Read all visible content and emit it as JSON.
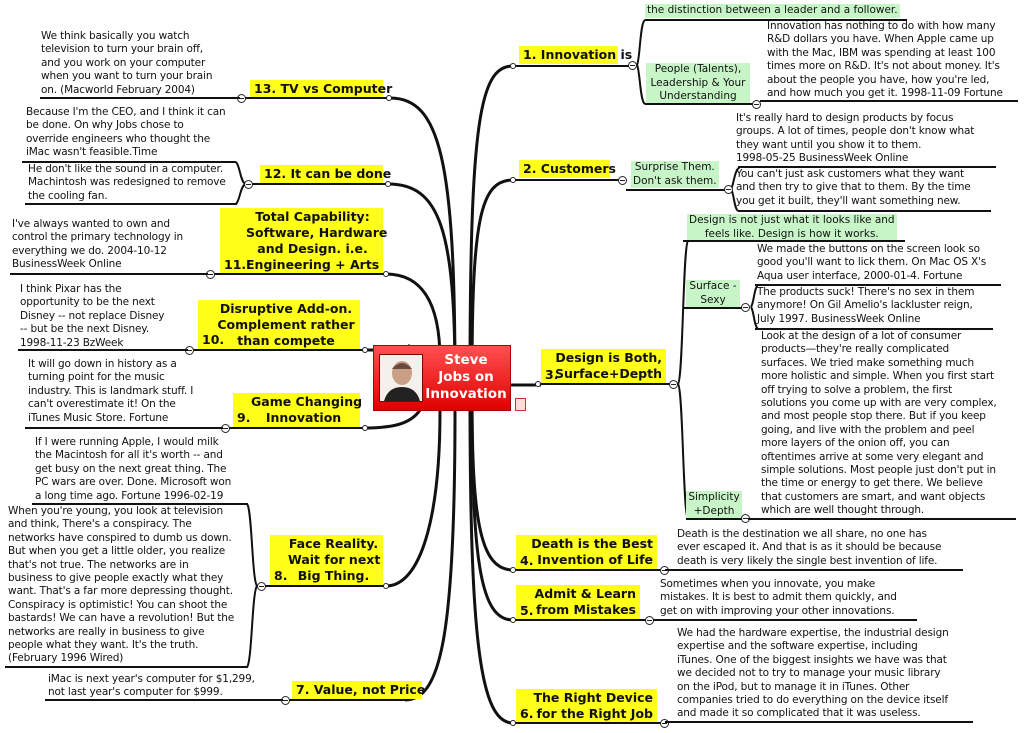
{
  "center": {
    "title": "Steve\nJobs on\nInnovation",
    "attachment_icon": "document-icon"
  },
  "topics": {
    "t1": {
      "num": "",
      "label": "1. Innovation is"
    },
    "t2": {
      "num": "",
      "label": "2. Customers"
    },
    "t3": {
      "num": "3.",
      "label": "Design is Both,\nSurface+Depth"
    },
    "t4": {
      "num": "4.",
      "label": "Death is the Best\nInvention of Life"
    },
    "t5": {
      "num": "5.",
      "label": "Admit & Learn\nfrom Mistakes"
    },
    "t6": {
      "num": "6.",
      "label": "The Right Device\nfor the Right Job"
    },
    "t7": {
      "num": "",
      "label": "7. Value, not Price"
    },
    "t8": {
      "num": "8.",
      "label": "Face Reality.\nWait for next\nBig Thing."
    },
    "t9": {
      "num": "9.",
      "label": "Game Changing\nInnovation"
    },
    "t10": {
      "num": "10.",
      "label": "Disruptive Add-on.\nComplement rather\nthan compete"
    },
    "t11": {
      "num": "11.",
      "label": "Total Capability:\nSoftware, Hardware\nand Design. i.e.\nEngineering + Arts"
    },
    "t12": {
      "num": "",
      "label": "12. It can be done"
    },
    "t13": {
      "num": "",
      "label": "13. TV vs Computer"
    }
  },
  "subs": {
    "s1a": "the distinction between a leader and a follower.",
    "s1b": "People (Talents),\nLeadership & Your\nUnderstanding",
    "s2": "Surprise Them.\nDon't ask them.",
    "s3a": "Design is not just what it looks like and\nfeels like. Design is how it works.",
    "s3b": "Surface -\nSexy",
    "s3c": "Simplicity\n+Depth"
  },
  "notes": {
    "n1": "Innovation has nothing to do with how many\nR&D dollars you have. When Apple came up\nwith the Mac, IBM was spending at least 100\ntimes more on R&D. It's not about money. It's\nabout the people you have, how you're led,\nand how much you get it. 1998-11-09 Fortune",
    "n2a": "It's really hard to design products by focus\ngroups. A lot of times, people don't know what\nthey want until you show it to them.\n1998-05-25 BusinessWeek Online",
    "n2b": "You can't just ask customers what they want\nand then try to give that to them. By the time\nyou get it built, they'll want something new.",
    "n3a": "We made the buttons on the screen look so\ngood you'll want to lick them. On Mac OS X's\nAqua user interface, 2000-01-4. Fortune",
    "n3b": "The products suck! There's no sex in them\nanymore! On Gil Amelio's lackluster reign,\nJuly 1997. BusinessWeek Online",
    "n3c": "Look at the design of a lot of consumer\nproducts—they're really complicated\nsurfaces. We tried make something much\nmore holistic and simple. When you first start\noff trying to solve a problem, the first\nsolutions you come up with are very complex,\nand most people stop there. But if you keep\ngoing, and live with the problem and peel\nmore layers of the onion off, you can\noftentimes arrive at some very elegant and\nsimple solutions. Most people just don't put in\nthe time or energy to get there. We believe\nthat customers are smart, and want objects\nwhich are well thought through.",
    "n4": "Death is the destination we all share, no one has\never escaped it. And that is as it should be because\ndeath is very likely the single best invention of life.",
    "n5": "Sometimes when you innovate, you make\nmistakes. It is best to admit them quickly, and\nget on with improving your other innovations.",
    "n6": "We had the hardware expertise, the industrial design\nexpertise and the software expertise, including\niTunes. One of the biggest insights we have was that\nwe decided not to try to manage your music library\non the iPod, but to manage it in iTunes. Other\ncompanies tried to do everything on the device itself\nand made it so complicated that it was useless.",
    "n7": "iMac is next year's computer for $1,299,\nnot last year's computer for $999.",
    "n8a": "If I were running Apple, I would milk\nthe Macintosh for all it's worth -- and\nget busy on the next great thing. The\nPC wars are over. Done. Microsoft won\na long time ago. Fortune 1996-02-19",
    "n8b": "When you're young, you look at television\nand think, There's a conspiracy. The\nnetworks have conspired to dumb us down.\nBut when you get a little older, you realize\nthat's not true. The networks are in\nbusiness to give people exactly what they\nwant. That's a far more depressing thought.\nConspiracy is optimistic! You can shoot the\nbastards! We can have a revolution! But the\nnetworks are really in business to give\npeople what they want. It's the truth.\n(February 1996 Wired)",
    "n9": "It will go down in history as a\nturning point for the music\nindustry. This is landmark stuff. I\ncan't overestimate it! On the\niTunes Music Store. Fortune",
    "n10": "I think Pixar has the\nopportunity to be the next\nDisney -- not replace Disney\n-- but be the next Disney.\n1998-11-23 BzWeek",
    "n11": "I've always wanted to own and\ncontrol the primary technology in\neverything we do. 2004-10-12\nBusinessWeek Online",
    "n12a": "Because I'm the CEO, and I think it can\nbe done. On why Jobs chose to\noverride engineers who thought the\niMac wasn't feasible.Time",
    "n12b": "He don't like the sound in a computer.\nMachintosh was redesigned to remove\nthe cooling fan.",
    "n13": "We think basically you watch\ntelevision to turn your brain off,\nand you work on your computer\nwhen you want to turn your brain\non. (Macworld February 2004)"
  },
  "colors": {
    "topic": "#ffff1a",
    "sub": "#c8f5c8",
    "center": "#e00000"
  }
}
